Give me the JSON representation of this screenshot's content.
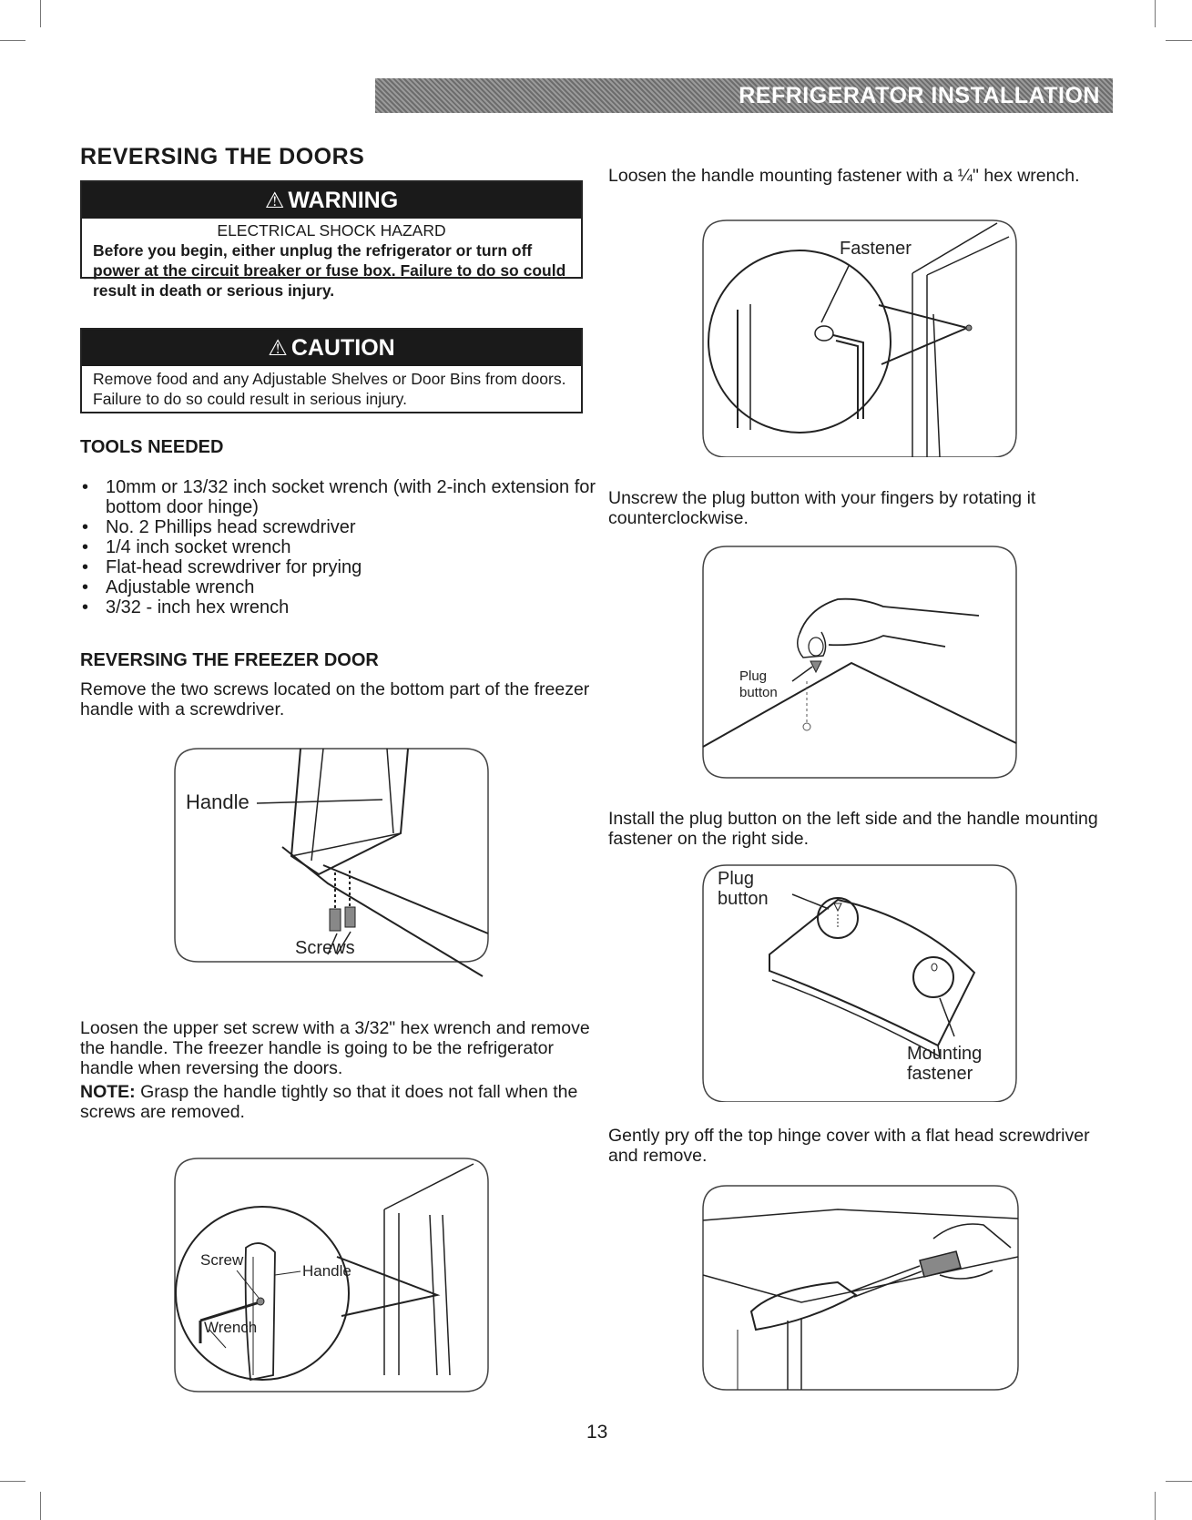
{
  "header": {
    "section": "REFRIGERATOR INSTALLATION"
  },
  "title": "REVERSING THE DOORS",
  "warning": {
    "label": "WARNING",
    "hazard": "ELECTRICAL SHOCK HAZARD",
    "bold_text": "Before you begin, either unplug the refrigerator or turn off power at the circuit breaker or fuse box. Failure to do so could result in death or serious injury."
  },
  "caution": {
    "label": "CAUTION",
    "text": "Remove food and any Adjustable Shelves or Door Bins from doors. Failure to do so could result in serious injury."
  },
  "tools": {
    "heading": "TOOLS NEEDED",
    "items": [
      "10mm or 13/32 inch socket wrench (with 2-inch extension for bottom door hinge)",
      "No. 2 Phillips head screwdriver",
      "1/4 inch socket wrench",
      "Flat-head screwdriver for prying",
      "Adjustable wrench",
      "3/32 - inch hex wrench"
    ]
  },
  "freezer": {
    "heading": "REVERSING THE FREEZER DOOR",
    "step1": "Remove the two screws located on the bottom part of the freezer handle with a screwdriver.",
    "fig1": {
      "handle": "Handle",
      "screws": "Screws"
    },
    "step2": "Loosen the upper set screw with a 3/32\" hex wrench and remove the handle. The freezer handle is going to be the refrigerator handle when reversing the doors.",
    "note_label": "NOTE:",
    "note_text": "Grasp the handle tightly so that it does not fall when the screws are removed.",
    "fig2": {
      "screw": "Screw",
      "handle": "Handle",
      "wrench": "Wrench"
    }
  },
  "right": {
    "step1": "Loosen the handle mounting fastener with a ¼\" hex wrench.",
    "fig1": {
      "fastener": "Fastener"
    },
    "step2": "Unscrew the plug button with your fingers by rotating it counterclockwise.",
    "fig2": {
      "plug": "Plug",
      "button": "button"
    },
    "step3": "Install the plug button on the left side and the handle mounting fastener on the right side.",
    "fig3": {
      "plug": "Plug",
      "button": "button",
      "mounting": "Mounting",
      "fastener": "fastener"
    },
    "step4": "Gently pry off the top hinge cover with a flat head screwdriver and remove."
  },
  "page_number": "13"
}
